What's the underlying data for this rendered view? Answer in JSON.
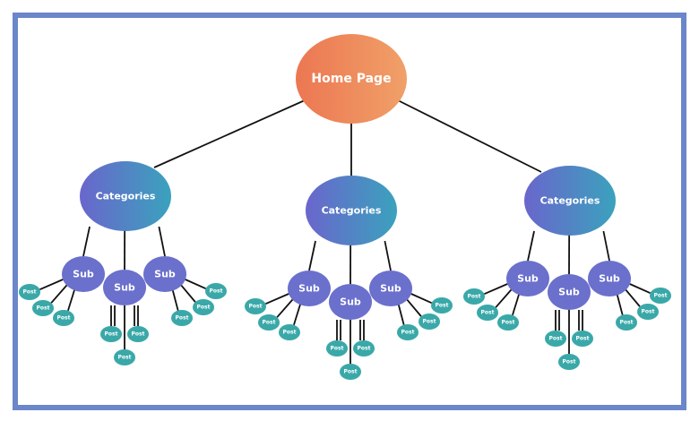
{
  "diagram": {
    "root": {
      "label": "Home Page"
    },
    "categories": [
      {
        "label": "Categories",
        "subs": [
          {
            "label": "Sub",
            "posts": [
              "Post",
              "Post",
              "Post"
            ]
          },
          {
            "label": "Sub",
            "posts": [
              "Post",
              "Post",
              "Post"
            ]
          },
          {
            "label": "Sub",
            "posts": [
              "Post",
              "Post",
              "Post"
            ]
          }
        ]
      },
      {
        "label": "Categories",
        "subs": [
          {
            "label": "Sub",
            "posts": [
              "Post",
              "Post",
              "Post"
            ]
          },
          {
            "label": "Sub",
            "posts": [
              "Post",
              "Post",
              "Post"
            ]
          },
          {
            "label": "Sub",
            "posts": [
              "Post",
              "Post",
              "Post"
            ]
          }
        ]
      },
      {
        "label": "Categories",
        "subs": [
          {
            "label": "Sub",
            "posts": [
              "Post",
              "Post",
              "Post"
            ]
          },
          {
            "label": "Sub",
            "posts": [
              "Post",
              "Post",
              "Post"
            ]
          },
          {
            "label": "Sub",
            "posts": [
              "Post",
              "Post",
              "Post"
            ]
          }
        ]
      }
    ]
  },
  "colors": {
    "frame": "#6b86c9",
    "home_start": "#ec7752",
    "home_end": "#f0a068",
    "category_start": "#6a66cc",
    "category_end": "#3aa2bd",
    "sub": "#6a70cc",
    "post": "#3aa8a8",
    "edge": "#111111"
  }
}
